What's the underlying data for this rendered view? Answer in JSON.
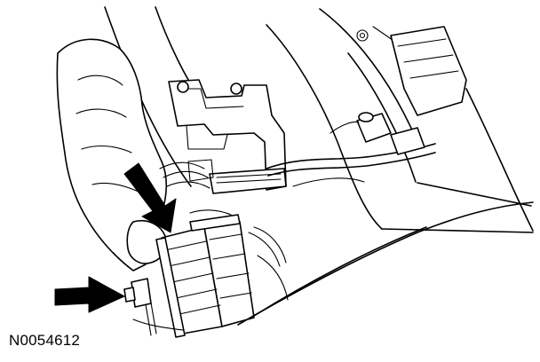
{
  "figure": {
    "reference_code": "N0054612",
    "colors": {
      "line": "#000000",
      "background": "#ffffff"
    },
    "callouts": [
      {
        "name": "arrow-upper",
        "icon": "arrow-icon"
      },
      {
        "name": "arrow-lower",
        "icon": "arrow-icon"
      }
    ]
  }
}
